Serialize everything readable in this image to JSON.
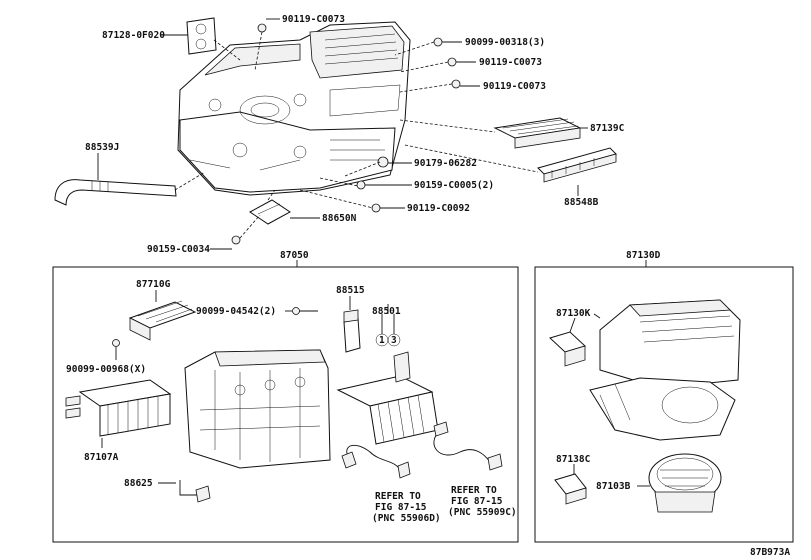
{
  "diagram_id": "87B973A",
  "groups": {
    "middle": "87050",
    "right": "87130D"
  },
  "labels": {
    "p87128": "87128-0F020",
    "p90119a": "90119-C0073",
    "p90099a": "90099-00318(3)",
    "p90119b": "90119-C0073",
    "p90119c": "90119-C0073",
    "p87139": "87139C",
    "p88539": "88539J",
    "p90179": "90179-06282",
    "p90159a": "90159-C0005(2)",
    "p88548": "88548B",
    "p90119d": "90119-C0092",
    "p88650": "88650N",
    "p90159b": "90159-C0034",
    "p87710": "87710G",
    "p88515": "88515",
    "p90099b": "90099-04542(2)",
    "p88501": "88501",
    "c1": "1",
    "c3": "3",
    "p90099c": "90099-00968(X)",
    "p87107": "87107A",
    "p88625": "88625",
    "p87130k": "87130K",
    "p87138": "87138C",
    "p87103": "87103B"
  },
  "refs": [
    {
      "line1": "REFER TO",
      "line2": "FIG 87-15",
      "line3": "(PNC 55906D)"
    },
    {
      "line1": "REFER TO",
      "line2": "FIG 87-15",
      "line3": "(PNC 55909C)"
    }
  ]
}
